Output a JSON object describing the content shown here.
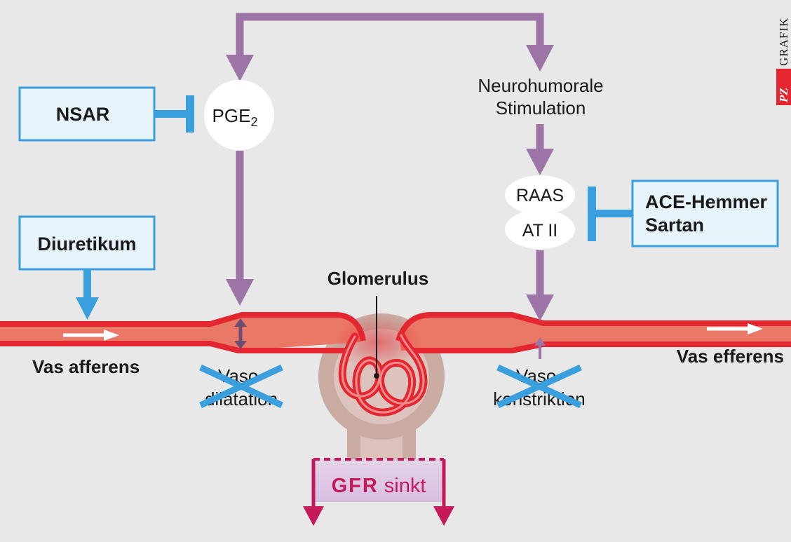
{
  "labels": {
    "nsar": "NSAR",
    "pge": "PGE",
    "pge_sub": "2",
    "neuro_line1": "Neurohumorale",
    "neuro_line2": "Stimulation",
    "raas": "RAAS",
    "at2": "AT II",
    "ace_line1": "ACE-Hemmer",
    "ace_line2": "Sartan",
    "diuretikum": "Diuretikum",
    "glomerulus": "Glomerulus",
    "vas_afferens": "Vas afferens",
    "vas_efferens": "Vas efferens",
    "vasodilatation_line1": "Vaso-",
    "vasodilatation_line2": "dilatation",
    "vasokonstriktion_line1": "Vaso-",
    "vasokonstriktion_line2": "konstriktion",
    "gfr": "GFR",
    "sinkt": "sinkt",
    "logo_pz": "PZ",
    "logo_grafik": "GRAFIK"
  },
  "colors": {
    "background": "#e8e8e8",
    "vessel_red": "#e3262f",
    "vessel_fill": "#ea7866",
    "arrow_purple": "#9c74a6",
    "inhibit_blue": "#3aa0dd",
    "box_fill": "#e8f4fb",
    "gfr_magenta": "#c6195a",
    "gfr_box_fill": "#dcc7e0",
    "capsule": "#c9aba2",
    "logo_red": "#e3262f"
  }
}
